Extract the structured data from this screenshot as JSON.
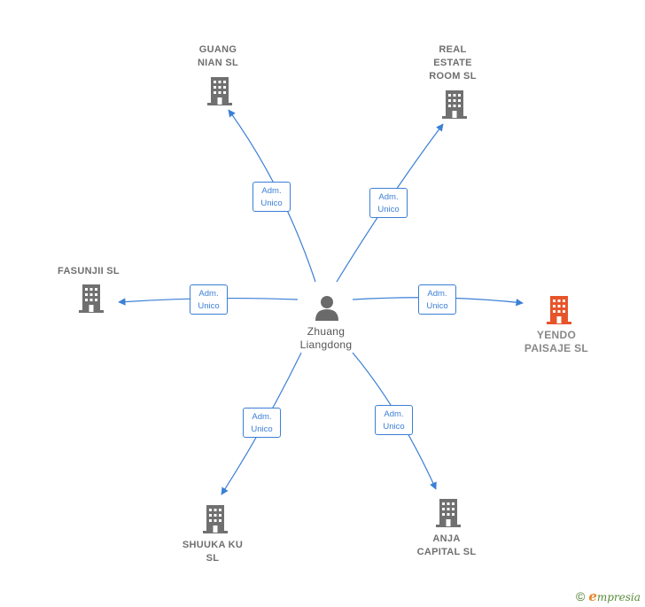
{
  "center": {
    "name": "Zhuang\nLiangdong"
  },
  "relation_label": {
    "line1": "Adm.",
    "line2": "Unico"
  },
  "companies": [
    {
      "id": "guang",
      "name": "GUANG\nNIAN  SL"
    },
    {
      "id": "real",
      "name": "REAL\nESTATE\nROOM  SL"
    },
    {
      "id": "fasunjii",
      "name": "FASUNJII SL"
    },
    {
      "id": "yendo",
      "name": "YENDO\nPAISAJE  SL",
      "highlight": true
    },
    {
      "id": "shuuka",
      "name": "SHUUKA KU\nSL"
    },
    {
      "id": "anja",
      "name": "ANJA\nCAPITAL  SL"
    }
  ],
  "colors": {
    "edge": "#3b7fd6",
    "building": "#707070",
    "highlight": "#e8542a",
    "person": "#6a6a6a"
  },
  "footer": {
    "copyright": "©",
    "brand_initial": "e",
    "brand_rest": "mpresia"
  }
}
